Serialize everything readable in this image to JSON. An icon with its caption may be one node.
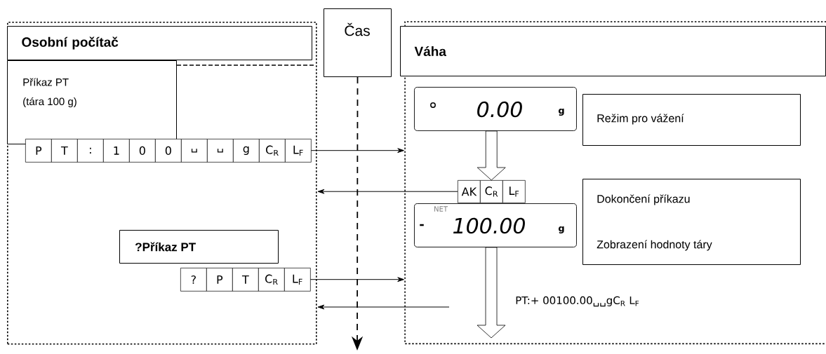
{
  "diagram": {
    "nodes": [
      {
        "text": [
          "Osobní počítač"
        ]
      },
      {
        "text": [
          "Čas"
        ]
      },
      {
        "text": [
          "Váha"
        ]
      },
      {
        "text": [
          "Příkaz PT",
          "(tára 100 g)"
        ],
        "in": 0
      },
      {
        "text": [
          "P",
          "T",
          ":",
          "1",
          "0",
          "0",
          "␣",
          "␣",
          "g",
          "C$_{R}$",
          "L$_{F}$"
        ],
        "in": 0
      },
      {
        "text": [
          "0.00",
          "g"
        ],
        "in": 2
      },
      {
        "text": [
          "Režim pro vážení"
        ],
        "in": 2
      },
      {
        "text": [
          "AK",
          "C$_{R}$",
          "L$_{F}$"
        ],
        "in": 2
      },
      {
        "text": [
          "NET",
          "-",
          "100.00",
          "g"
        ],
        "in": 2
      },
      {
        "text": [
          "Dokončení příkazu",
          "Zobrazení hodnoty táry"
        ],
        "in": 2
      },
      {
        "text": [
          "?Příkaz PT"
        ],
        "in": 0
      },
      {
        "text": [
          "?",
          "P",
          "T",
          "C$_{R}$",
          "L$_{F}$"
        ],
        "in": 0
      },
      {
        "text": [
          "PT:+ 00100.00␣␣gC$_{R}$ L$_{F}$"
        ],
        "in": 2
      }
    ],
    "edges": [
      {
        "from": 4,
        "to": 2,
        "arrow": "to"
      },
      {
        "from": 7,
        "to": 0,
        "arrow": "to"
      },
      {
        "from": 11,
        "to": 2,
        "arrow": "to"
      },
      {
        "from": null,
        "to": 0,
        "arrow": "to"
      },
      {
        "from": 1,
        "to": null,
        "arrow": "to",
        "style": "dashed"
      },
      {
        "from": 5,
        "to": 7,
        "arrow": "to",
        "style": "thick"
      },
      {
        "from": 8,
        "to": null,
        "arrow": "to",
        "style": "thick"
      }
    ]
  }
}
